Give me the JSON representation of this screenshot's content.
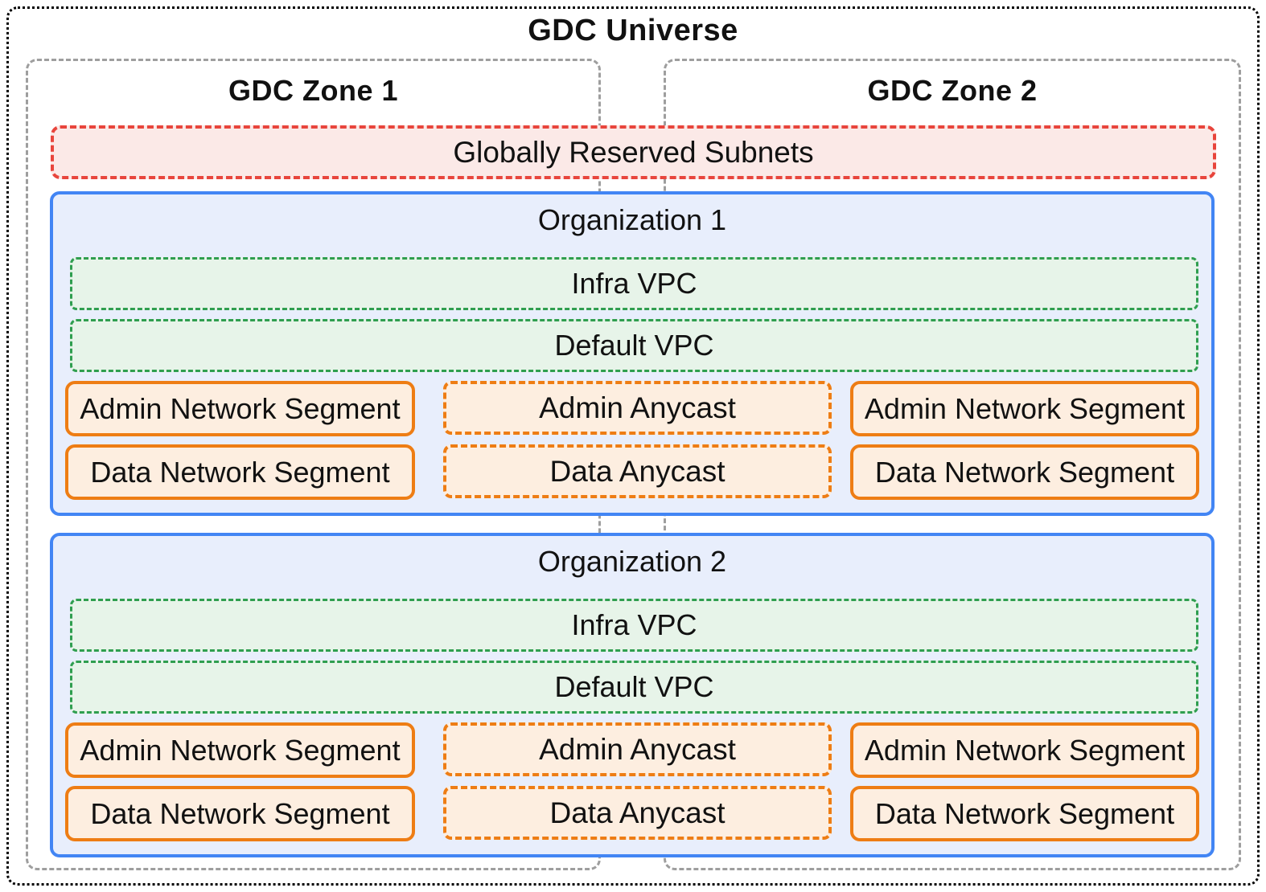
{
  "diagram": {
    "title": "GDC Universe",
    "zones": [
      {
        "label": "GDC Zone 1"
      },
      {
        "label": "GDC Zone 2"
      }
    ],
    "reserved": {
      "label": "Globally Reserved Subnets"
    },
    "organizations": [
      {
        "label": "Organization 1",
        "vpcs": {
          "infra": "Infra VPC",
          "default": "Default VPC"
        },
        "segments": {
          "admin_left": "Admin Network Segment",
          "admin_anycast": "Admin Anycast",
          "admin_right": "Admin Network Segment",
          "data_left": "Data Network Segment",
          "data_anycast": "Data Anycast",
          "data_right": "Data Network Segment"
        }
      },
      {
        "label": "Organization 2",
        "vpcs": {
          "infra": "Infra VPC",
          "default": "Default VPC"
        },
        "segments": {
          "admin_left": "Admin Network Segment",
          "admin_anycast": "Admin Anycast",
          "admin_right": "Admin Network Segment",
          "data_left": "Data Network Segment",
          "data_anycast": "Data Anycast",
          "data_right": "Data Network Segment"
        }
      }
    ],
    "colors": {
      "universe_border": "#000000",
      "zone_border": "#9e9e9e",
      "reserved_border": "#e8453c",
      "reserved_fill": "#fbe9e7",
      "org_border": "#4285f4",
      "org_fill": "#e8eefc",
      "vpc_border": "#2f9e4f",
      "vpc_fill": "#e7f4e9",
      "segment_border": "#ee7d14",
      "segment_fill": "#fdeee0",
      "text": "#111111"
    }
  }
}
